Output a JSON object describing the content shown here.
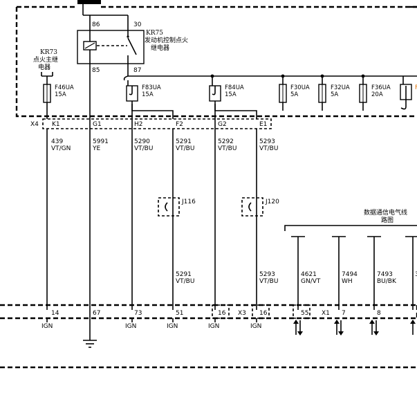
{
  "relay_kr75": {
    "id": "KR75",
    "name_line1": "发动机控制点火",
    "name_line2": "继电器",
    "pin_86": "86",
    "pin_30": "30",
    "pin_85": "85",
    "pin_87": "87"
  },
  "relay_kr73": {
    "id": "KR73",
    "name_line1": "点火主继",
    "name_line2": "电器"
  },
  "fuses": [
    {
      "id": "F46UA",
      "rating": "15A"
    },
    {
      "id": "F83UA",
      "rating": "15A"
    },
    {
      "id": "F84UA",
      "rating": "15A"
    },
    {
      "id": "F30UA",
      "rating": "5A"
    },
    {
      "id": "F32UA",
      "rating": "5A"
    },
    {
      "id": "F36UA",
      "rating": "20A"
    },
    {
      "id": "F",
      "rating": ""
    }
  ],
  "connector_x4": {
    "name": "X4",
    "pins": [
      "K1",
      "G1",
      "H2",
      "F2",
      "G2",
      "E1"
    ]
  },
  "upper_wires": [
    {
      "circuit": "439",
      "color": "VT/GN"
    },
    {
      "circuit": "5991",
      "color": "YE"
    },
    {
      "circuit": "5290",
      "color": "VT/BU"
    },
    {
      "circuit": "5291",
      "color": "VT/BU"
    },
    {
      "circuit": "5292",
      "color": "VT/BU"
    },
    {
      "circuit": "5293",
      "color": "VT/BU"
    }
  ],
  "splices": [
    "J116",
    "J120"
  ],
  "data_bus": {
    "title_line1": "数据通信电气线",
    "title_line2": "路图"
  },
  "lower_wires": [
    {
      "circuit": "5291",
      "color": "VT/BU"
    },
    {
      "circuit": "5293",
      "color": "VT/BU"
    },
    {
      "circuit": "4621",
      "color": "GN/VT"
    },
    {
      "circuit": "7494",
      "color": "WH"
    },
    {
      "circuit": "7493",
      "color": "BU/BK"
    }
  ],
  "ecm_pins": [
    "14",
    "67",
    "73",
    "51",
    "16",
    "16",
    "55",
    "7",
    "8"
  ],
  "ecm_connectors": [
    "X3",
    "X1"
  ],
  "ign_label": "IGN"
}
